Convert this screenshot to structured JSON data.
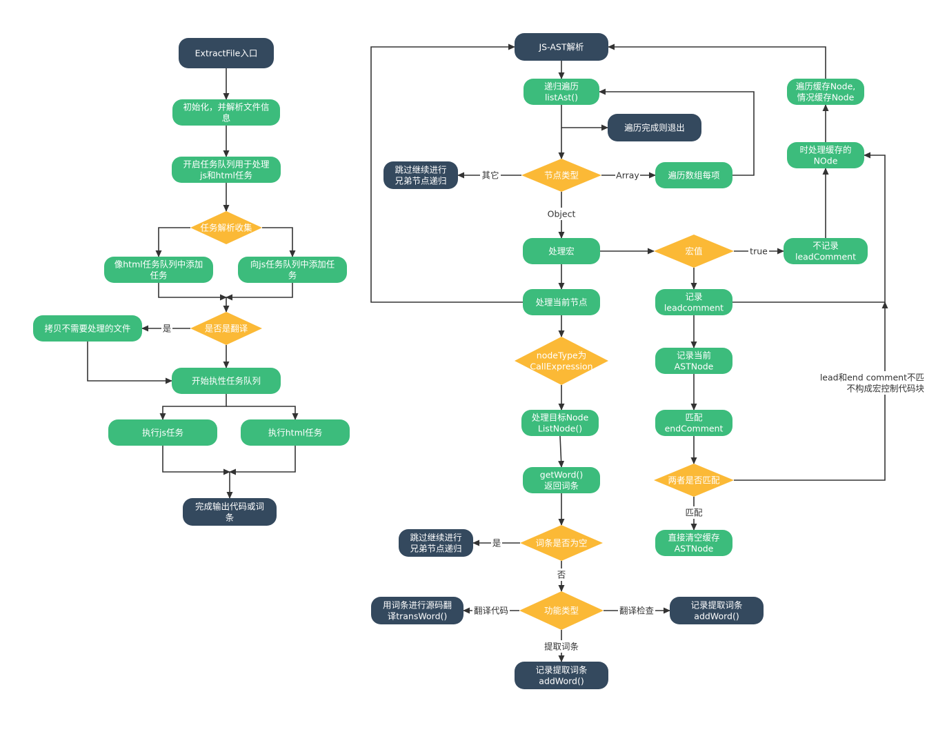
{
  "colors": {
    "dark": "#34495e",
    "green": "#3cbc7c",
    "diamond": "#fbb936",
    "line": "#333333",
    "dark_text": "#ffffff",
    "light_text": "#ffffff"
  },
  "nodes": {
    "extractfile_entry": [
      "ExtractFile入口"
    ],
    "init_parse": [
      "初始化，并解析文件信",
      "息"
    ],
    "start_queue": [
      "开启任务队列用于处理",
      "js和html任务"
    ],
    "task_collect": [
      "任务解析收集"
    ],
    "add_html_task": [
      "像html任务队列中添加",
      "任务"
    ],
    "add_js_task": [
      "向js任务队列中添加任",
      "务"
    ],
    "copy_files": [
      "拷贝不需要处理的文件"
    ],
    "is_translate": [
      "是否是翻译"
    ],
    "run_queue": [
      "开始执性任务队列"
    ],
    "exec_js": [
      "执行js任务"
    ],
    "exec_html": [
      "执行html任务"
    ],
    "finish_output": [
      "完成输出代码或词",
      "条"
    ],
    "js_ast": [
      "JS-AST解析"
    ],
    "recursive_list": [
      "递归遍历",
      "listAst()"
    ],
    "exit_done": [
      "遍历完成则退出"
    ],
    "skip_sibling_1": [
      "跳过继续进行",
      "兄弟节点递归"
    ],
    "node_type": [
      "节点类型"
    ],
    "each_array": [
      "遍历数组每项"
    ],
    "process_macro": [
      "处理宏"
    ],
    "macro_value": [
      "宏值"
    ],
    "no_record_lead": [
      "不记录",
      "leadComment"
    ],
    "process_current": [
      "处理当前节点"
    ],
    "record_lead": [
      "记录",
      "leadcomment"
    ],
    "is_call_expr": [
      "nodeType为",
      "CallExpression"
    ],
    "record_ast": [
      "记录当前",
      "ASTNode"
    ],
    "process_target": [
      "处理目标Node",
      "ListNode()"
    ],
    "match_end": [
      "匹配",
      "endComment"
    ],
    "get_word": [
      "getWord()",
      "返回词条"
    ],
    "both_match": [
      "两者是否匹配"
    ],
    "skip_sibling_2": [
      "跳过继续进行",
      "兄弟节点递归"
    ],
    "word_empty": [
      "词条是否为空"
    ],
    "clear_cache": [
      "直接清空缓存",
      "ASTNode"
    ],
    "trans_word": [
      "用词条进行源码翻",
      "译transWord()"
    ],
    "func_type": [
      "功能类型"
    ],
    "add_word_right": [
      "记录提取词条",
      "addWord()"
    ],
    "add_word_bottom": [
      "记录提取词条",
      "addWord()"
    ],
    "traverse_cache": [
      "遍历缓存Node,",
      "情况缓存Node"
    ],
    "process_cache": [
      "时处理缓存的",
      "NOde"
    ]
  },
  "labels": {
    "yes_copy": "是",
    "other": "其它",
    "array": "Array",
    "object": "Object",
    "true_label": "true",
    "yes_empty": "是",
    "no_empty": "否",
    "match": "匹配",
    "translate_code": "翻译代码",
    "translate_check": "翻译检查",
    "extract_word": "提取词条",
    "lead_end_note": [
      "lead和end comment不匹",
      "不构成宏控制代码块"
    ]
  }
}
